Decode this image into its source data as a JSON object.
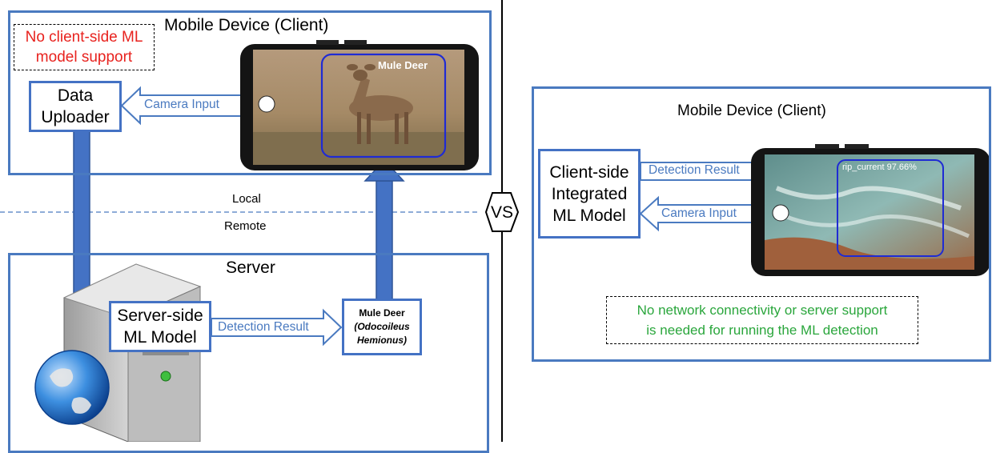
{
  "left": {
    "client_title": "Mobile Device (Client)",
    "note": [
      "No client-side ML",
      "model support"
    ],
    "uploader": [
      "Data",
      "Uploader"
    ],
    "camera_input": "Camera Input",
    "phone_label": "Mule Deer"
  },
  "divider": {
    "local": "Local",
    "remote": "Remote",
    "vs": "VS"
  },
  "server": {
    "title": "Server",
    "model": [
      "Server-side",
      "ML Model"
    ],
    "detection_result": "Detection Result",
    "result_name": "Mule Deer",
    "result_latin_1": "(Odocoileus",
    "result_latin_2": "Hemionus)"
  },
  "right": {
    "client_title": "Mobile Device (Client)",
    "model": [
      "Client-side",
      "Integrated",
      "ML Model"
    ],
    "detection_result": "Detection Result",
    "camera_input": "Camera Input",
    "phone_label": "rip_current 97.66%",
    "note": [
      "No network connectivity or server support",
      "is needed for running the ML detection"
    ]
  },
  "colors": {
    "frame": "#4a7ac0",
    "red": "#e8221e",
    "green": "#2aa63c",
    "bbox": "#1f2bd4"
  }
}
